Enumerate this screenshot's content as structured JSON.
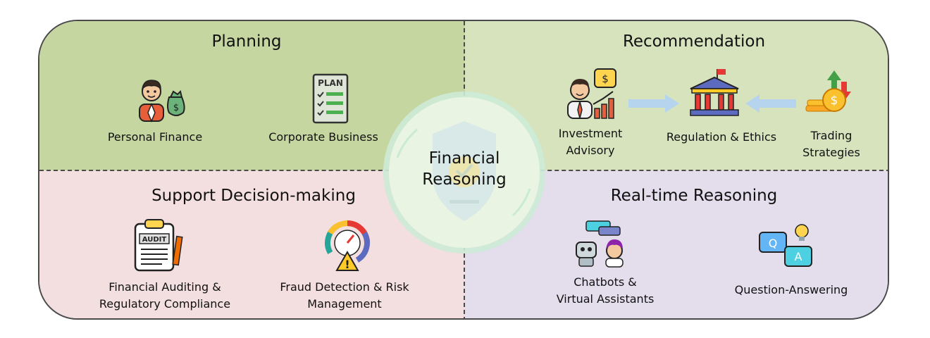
{
  "center": {
    "line1": "Financial",
    "line2": "Reasoning"
  },
  "planning": {
    "title": "Planning",
    "items": [
      "Personal Finance",
      "Corporate Business"
    ],
    "plan_icon_text": "PLAN"
  },
  "recommendation": {
    "title": "Recommendation",
    "items": [
      {
        "line1": "Investment",
        "line2": "Advisory"
      },
      {
        "line1": "Regulation & Ethics"
      },
      {
        "line1": "Trading",
        "line2": "Strategies"
      }
    ]
  },
  "support": {
    "title": "Support Decision-making",
    "items": [
      {
        "line1": "Financial Auditing &",
        "line2": "Regulatory Compliance"
      },
      {
        "line1": "Fraud Detection & Risk",
        "line2": "Management"
      }
    ],
    "audit_icon_text": "AUDIT"
  },
  "realtime": {
    "title": "Real-time Reasoning",
    "items": [
      {
        "line1": "Chatbots &",
        "line2": "Virtual Assistants"
      },
      {
        "line1": "Question-Answering"
      }
    ],
    "q_text": "Q",
    "a_text": "A"
  },
  "colors": {
    "planning_bg": "#c6d6a0",
    "recommendation_bg": "#d6e3bd",
    "support_bg": "#f4dfe0",
    "realtime_bg": "#e3ddec"
  },
  "icons": [
    "person-money-bag-icon",
    "plan-checklist-icon",
    "advisor-growth-icon",
    "bank-building-icon",
    "coins-trading-icon",
    "audit-clipboard-icon",
    "risk-gauge-icon",
    "chatbot-assistant-icon",
    "qa-bubbles-icon",
    "shield-check-icon"
  ]
}
